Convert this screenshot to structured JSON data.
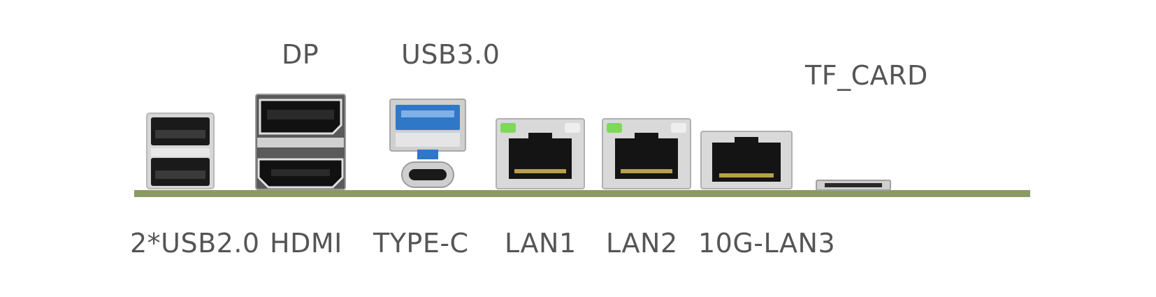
{
  "labels": {
    "top": {
      "dp": "DP",
      "usb3": "USB3.0",
      "tf_card": "TF_CARD"
    },
    "bottom": {
      "usb2": "2*USB2.0",
      "hdmi": "HDMI",
      "typec": "TYPE-C",
      "lan1": "LAN1",
      "lan2": "LAN2",
      "lan3": "10G-LAN3"
    }
  },
  "colors": {
    "label_text": "#555555",
    "pcb": "#8b9a63",
    "usb3_blue": "#2f78c8",
    "led_green": "#7ed957",
    "metal": "#d9d9d9"
  },
  "icons": [
    "usb2-dual-port-icon",
    "displayport-port-icon",
    "hdmi-port-icon",
    "usb3-port-icon",
    "usb-typec-port-icon",
    "rj45-lan1-icon",
    "rj45-lan2-icon",
    "rj45-10g-lan3-icon",
    "tf-card-slot-icon"
  ]
}
